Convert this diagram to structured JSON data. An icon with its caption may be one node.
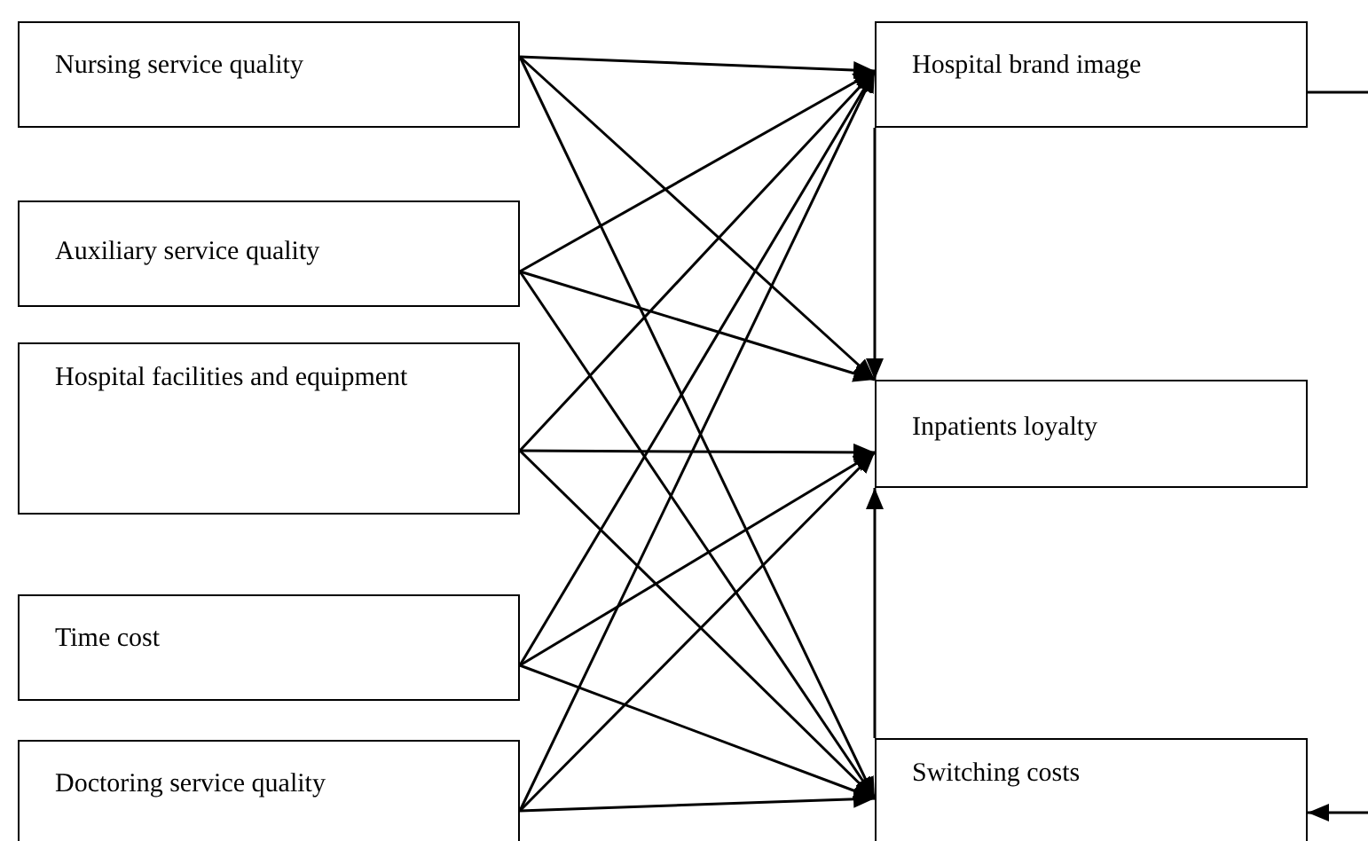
{
  "diagram": {
    "nodes": [
      {
        "text": [
          "Nursing service quality"
        ]
      },
      {
        "text": [
          "Auxiliary service quality"
        ]
      },
      {
        "text": [
          "Hospital facilities and equipment"
        ]
      },
      {
        "text": [
          "Time cost"
        ]
      },
      {
        "text": [
          "Doctoring service quality"
        ]
      },
      {
        "text": [
          "Hospital brand image"
        ]
      },
      {
        "text": [
          "Inpatients loyalty"
        ]
      },
      {
        "text": [
          "Switching costs"
        ]
      }
    ],
    "edges": [
      {
        "from": 0,
        "to": 5,
        "arrow": "to"
      },
      {
        "from": 0,
        "to": 6,
        "arrow": "to"
      },
      {
        "from": 0,
        "to": 7,
        "arrow": "to"
      },
      {
        "from": 1,
        "to": 5,
        "arrow": "to"
      },
      {
        "from": 1,
        "to": 6,
        "arrow": "to"
      },
      {
        "from": 1,
        "to": 7,
        "arrow": "to"
      },
      {
        "from": 2,
        "to": 5,
        "arrow": "to"
      },
      {
        "from": 2,
        "to": 6,
        "arrow": "to"
      },
      {
        "from": 2,
        "to": 7,
        "arrow": "to"
      },
      {
        "from": 3,
        "to": 5,
        "arrow": "to"
      },
      {
        "from": 3,
        "to": 6,
        "arrow": "to"
      },
      {
        "from": 3,
        "to": 7,
        "arrow": "to"
      },
      {
        "from": 4,
        "to": 5,
        "arrow": "to"
      },
      {
        "from": 4,
        "to": 6,
        "arrow": "to"
      },
      {
        "from": 4,
        "to": 7,
        "arrow": "to"
      },
      {
        "from": 5,
        "to": 6,
        "arrow": "to"
      },
      {
        "from": 7,
        "to": 6,
        "arrow": "to"
      },
      {
        "from": 5,
        "to": null,
        "arrow": "none"
      },
      {
        "from": null,
        "to": 7,
        "arrow": "to"
      }
    ]
  }
}
